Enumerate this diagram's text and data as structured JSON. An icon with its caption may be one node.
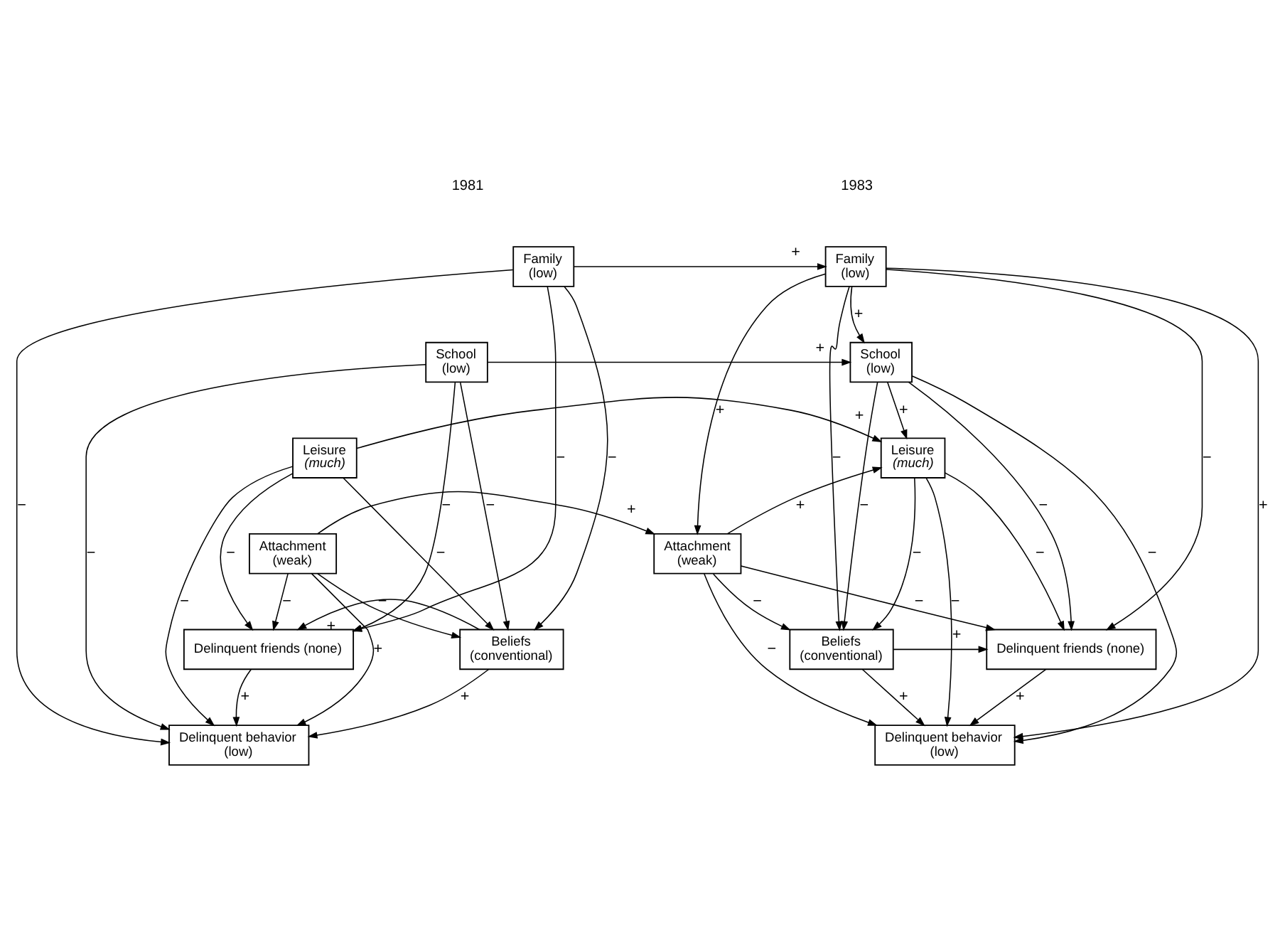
{
  "diagram": {
    "nodes": [
      {
        "text": [
          "Family",
          "(low)"
        ]
      },
      {
        "text": [
          "School",
          "(low)"
        ]
      },
      {
        "text": [
          "Leisure",
          "(much)"
        ]
      },
      {
        "text": [
          "Attachment",
          "(weak)"
        ]
      },
      {
        "text": [
          "Delinquent friends (none)"
        ]
      },
      {
        "text": [
          "Beliefs",
          "(conventional)"
        ]
      },
      {
        "text": [
          "Delinquent behavior",
          "(low)"
        ]
      },
      {
        "text": [
          "Family",
          "(low)"
        ]
      },
      {
        "text": [
          "School",
          "(low)"
        ]
      },
      {
        "text": [
          "Leisure",
          "(much)"
        ]
      },
      {
        "text": [
          "Attachment",
          "(weak)"
        ]
      },
      {
        "text": [
          "Beliefs",
          "(conventional)"
        ]
      },
      {
        "text": [
          "Delinquent friends (none)"
        ]
      },
      {
        "text": [
          "Delinquent behavior",
          "(low)"
        ]
      }
    ],
    "edges": [
      {
        "from": 0,
        "to": 4,
        "arrow": "to",
        "label": "−"
      },
      {
        "from": 0,
        "to": 5,
        "arrow": "to",
        "label": "−"
      },
      {
        "from": 0,
        "to": 6,
        "arrow": "to",
        "label": "−"
      },
      {
        "from": 1,
        "to": 4,
        "arrow": "to",
        "label": "−"
      },
      {
        "from": 1,
        "to": 5,
        "arrow": "to",
        "label": "−"
      },
      {
        "from": 1,
        "to": 6,
        "arrow": "to",
        "label": "−"
      },
      {
        "from": 2,
        "to": 4,
        "arrow": "to",
        "label": "−"
      },
      {
        "from": 2,
        "to": 5,
        "arrow": "to",
        "label": "−"
      },
      {
        "from": 2,
        "to": 6,
        "arrow": "to",
        "label": "−"
      },
      {
        "from": 3,
        "to": 4,
        "arrow": "to",
        "label": "−"
      },
      {
        "from": 3,
        "to": 5,
        "arrow": "to",
        "label": "−"
      },
      {
        "from": 3,
        "to": 6,
        "arrow": "to",
        "label": "+"
      },
      {
        "from": 5,
        "to": 4,
        "arrow": "to",
        "label": "+"
      },
      {
        "from": 4,
        "to": 6,
        "arrow": "to",
        "label": "+"
      },
      {
        "from": 5,
        "to": 6,
        "arrow": "to",
        "label": "+"
      },
      {
        "from": 0,
        "to": 7,
        "arrow": "to",
        "label": "+"
      },
      {
        "from": 1,
        "to": 8,
        "arrow": "to",
        "label": "+"
      },
      {
        "from": 2,
        "to": 9,
        "arrow": "to",
        "label": "+"
      },
      {
        "from": 3,
        "to": 10,
        "arrow": "to",
        "label": "+"
      },
      {
        "from": 7,
        "to": 8,
        "arrow": "to",
        "label": "+"
      },
      {
        "from": 7,
        "to": 10,
        "arrow": "to",
        "label": "+"
      },
      {
        "from": 8,
        "to": 9,
        "arrow": "to",
        "label": "+"
      },
      {
        "from": 10,
        "to": 9,
        "arrow": "to",
        "label": "+"
      },
      {
        "from": 7,
        "to": 11,
        "arrow": "to",
        "label": "−"
      },
      {
        "from": 7,
        "to": 12,
        "arrow": "to",
        "label": "−"
      },
      {
        "from": 7,
        "to": 13,
        "arrow": "to",
        "label": "+"
      },
      {
        "from": 8,
        "to": 11,
        "arrow": "to",
        "label": "−"
      },
      {
        "from": 8,
        "to": 12,
        "arrow": "to",
        "label": "−"
      },
      {
        "from": 8,
        "to": 13,
        "arrow": "to",
        "label": "−"
      },
      {
        "from": 9,
        "to": 11,
        "arrow": "to",
        "label": "−"
      },
      {
        "from": 9,
        "to": 12,
        "arrow": "to",
        "label": "−"
      },
      {
        "from": 9,
        "to": 13,
        "arrow": "to",
        "label": "−"
      },
      {
        "from": 10,
        "to": 11,
        "arrow": "to",
        "label": "−"
      },
      {
        "from": 10,
        "to": 12,
        "arrow": "to",
        "label": "−"
      },
      {
        "from": 10,
        "to": 13,
        "arrow": "to",
        "label": "−"
      },
      {
        "from": 11,
        "to": 12,
        "arrow": "to",
        "label": "+"
      },
      {
        "from": 11,
        "to": 13,
        "arrow": "to",
        "label": "+"
      },
      {
        "from": 12,
        "to": 13,
        "arrow": "to",
        "label": "+"
      }
    ],
    "labels": [
      "1981",
      "1983"
    ]
  }
}
